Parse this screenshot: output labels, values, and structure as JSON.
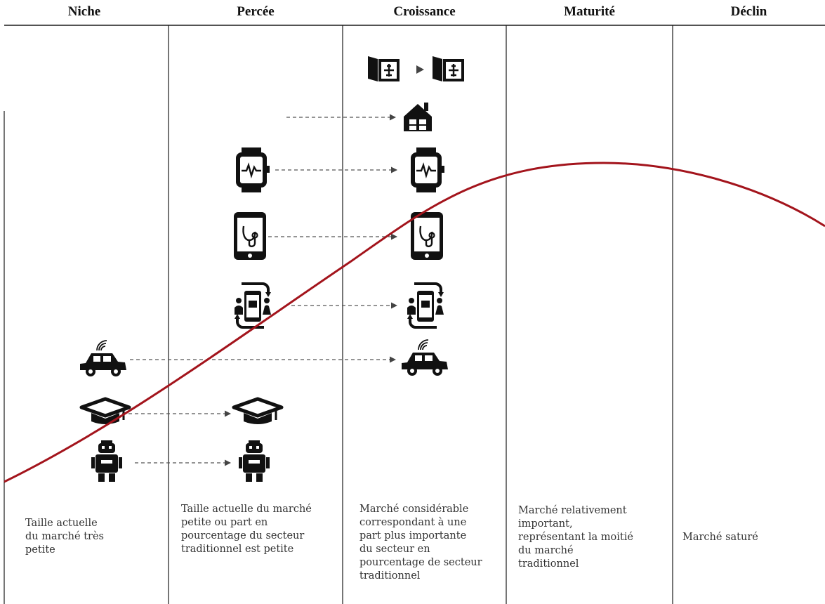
{
  "stages": [
    {
      "title": "Niche",
      "description": "Taille actuelle\ndu marché très\npetite"
    },
    {
      "title": "Percée",
      "description": "Taille actuelle du marché\npetite ou part en\npourcentage du secteur\ntraditionnel est petite"
    },
    {
      "title": "Croissance",
      "description": "Marché considérable\ncorrespondant à une\npart plus importante\ndu secteur en\npourcentage de secteur\ntraditionnel"
    },
    {
      "title": "Maturité",
      "description": "Marché relativement\nimportant,\nreprésentant la moitié\ndu marché\ntraditionnel"
    },
    {
      "title": "Déclin",
      "description": "Marché saturé"
    }
  ],
  "icons": [
    "travel-book-icon",
    "smart-home-icon",
    "smartwatch-icon",
    "health-phone-icon",
    "telemedicine-icon",
    "connected-car-icon",
    "graduation-cap-icon",
    "robot-icon"
  ],
  "colors": {
    "curve": "#a3141c",
    "lines": "#1a1a1a",
    "arrows": "#555555"
  }
}
